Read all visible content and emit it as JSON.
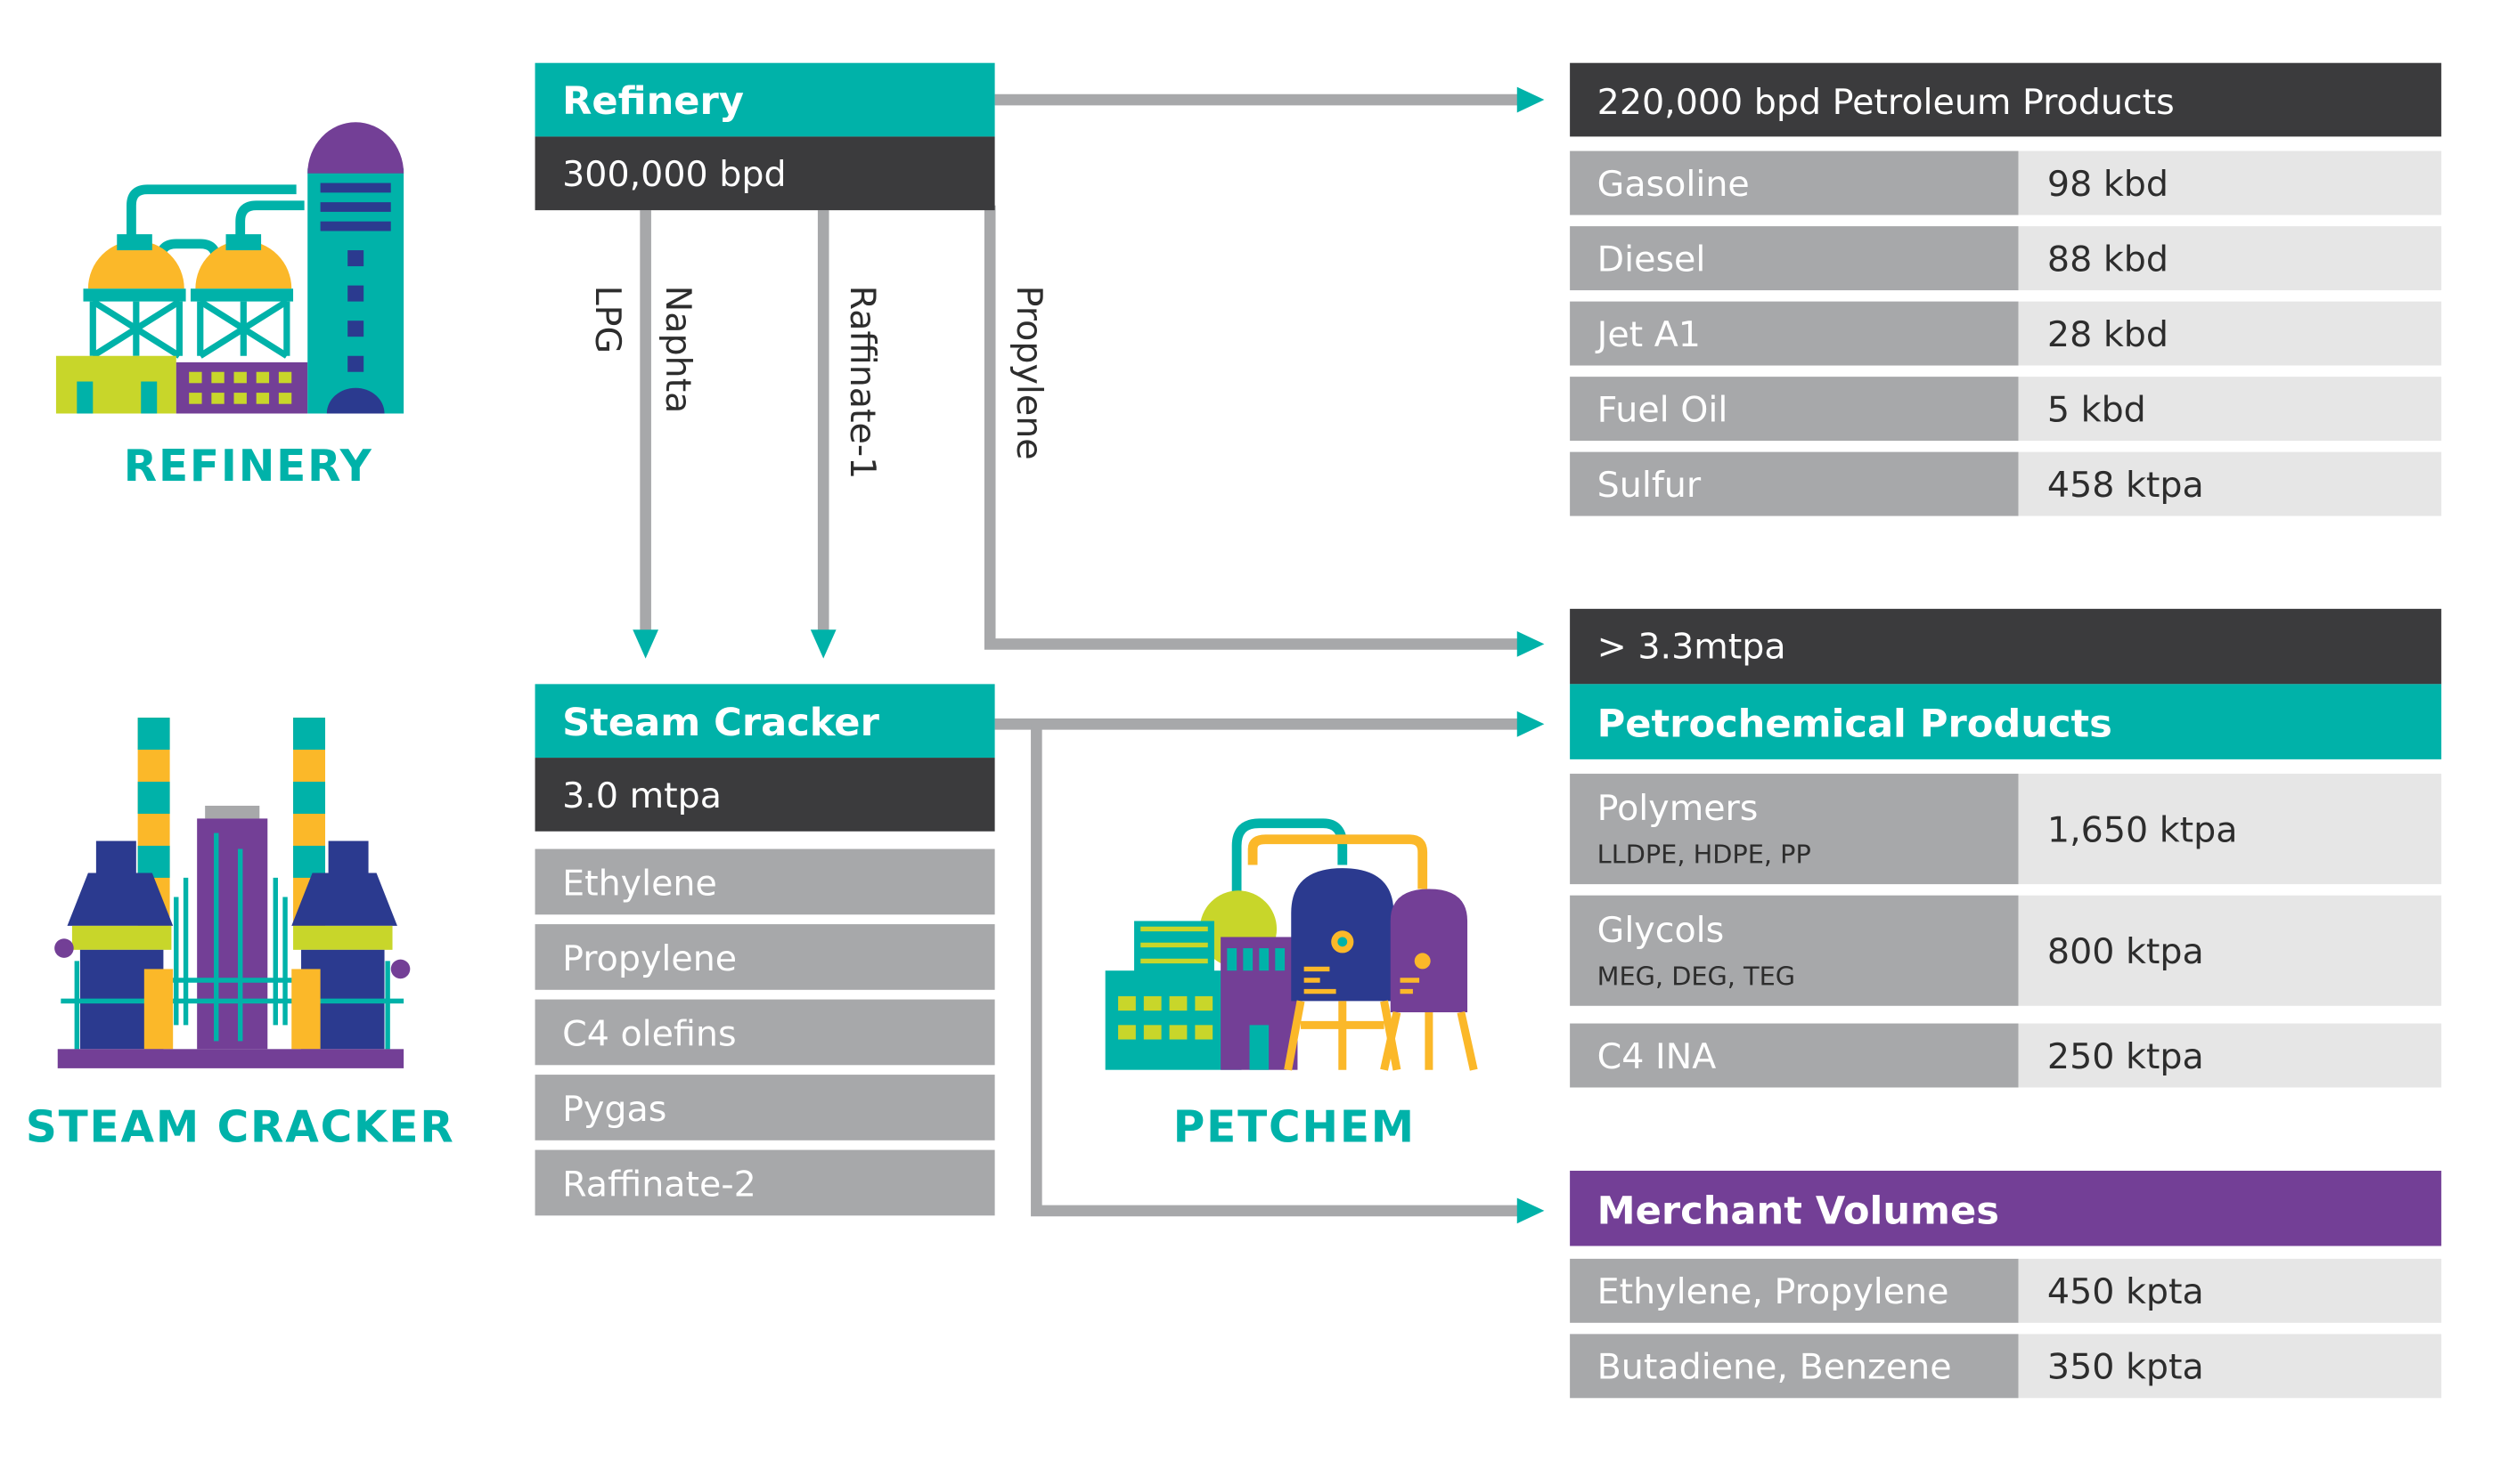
{
  "colors": {
    "teal": "#00b2a9",
    "dark": "#3b3b3d",
    "purple": "#733f96",
    "grey": "#a7a8aa",
    "light": "#e6e6e6",
    "yellow": "#fbb829",
    "lime": "#c8d62a",
    "navy": "#2b3a8f"
  },
  "icons": {
    "refinery": {
      "icon": "refinery-icon",
      "label": "REFINERY"
    },
    "steam_cracker": {
      "icon": "steam-cracker-icon",
      "label": "STEAM CRACKER"
    },
    "petchem": {
      "icon": "petchem-icon",
      "label": "PETCHEM"
    }
  },
  "refinery": {
    "title": "Refinery",
    "capacity": "300,000 bpd"
  },
  "streams": [
    "LPG",
    "Naphta",
    "Raffinate-1",
    "Propylene"
  ],
  "steam_cracker": {
    "title": "Steam Cracker",
    "capacity": "3.0 mtpa",
    "products": [
      "Ethylene",
      "Propylene",
      "C4 olefins",
      "Pygas",
      "Raffinate-2"
    ]
  },
  "petroleum_products": {
    "header": "220,000 bpd Petroleum Products",
    "rows": [
      {
        "name": "Gasoline",
        "value": "98 kbd"
      },
      {
        "name": "Diesel",
        "value": "88 kbd"
      },
      {
        "name": "Jet A1",
        "value": "28 kbd"
      },
      {
        "name": "Fuel Oil",
        "value": "5 kbd"
      },
      {
        "name": "Sulfur",
        "value": "458 ktpa"
      }
    ]
  },
  "petrochemical_products": {
    "total": "> 3.3mtpa",
    "header": "Petrochemical Products",
    "rows": [
      {
        "name": "Polymers",
        "sub": "LLDPE, HDPE, PP",
        "value": "1,650 ktpa"
      },
      {
        "name": "Glycols",
        "sub": "MEG, DEG, TEG",
        "value": "800 ktpa"
      },
      {
        "name": "C4 INA",
        "sub": "",
        "value": "250 ktpa"
      }
    ]
  },
  "merchant_volumes": {
    "header": "Merchant Volumes",
    "rows": [
      {
        "name": "Ethylene, Propylene",
        "value": "450 kpta"
      },
      {
        "name": "Butadiene, Benzene",
        "value": "350 kpta"
      }
    ]
  }
}
